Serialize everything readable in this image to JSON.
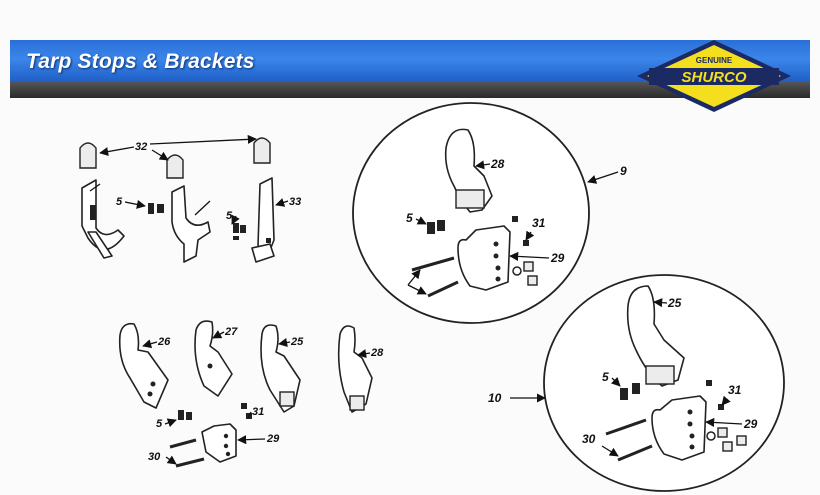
{
  "header": {
    "title": "Tarp Stops & Brackets"
  },
  "logo": {
    "top_text": "GENUINE",
    "brand": "SHURCO",
    "colors": {
      "yellow": "#f4df1e",
      "navy": "#1b2a63"
    }
  },
  "callouts": {
    "c32": "32",
    "c5a": "5",
    "c5b": "5",
    "c33": "33",
    "c9": "9",
    "c28a": "28",
    "c5c": "5",
    "c31a": "31",
    "c29a": "29",
    "c26": "26",
    "c27": "27",
    "c25a": "25",
    "c28b": "28",
    "c5d": "5",
    "c31b": "31",
    "c29b": "29",
    "c30a": "30",
    "c10": "10",
    "c25b": "25",
    "c5e": "5",
    "c31c": "31",
    "c29c": "29",
    "c30b": "30"
  }
}
